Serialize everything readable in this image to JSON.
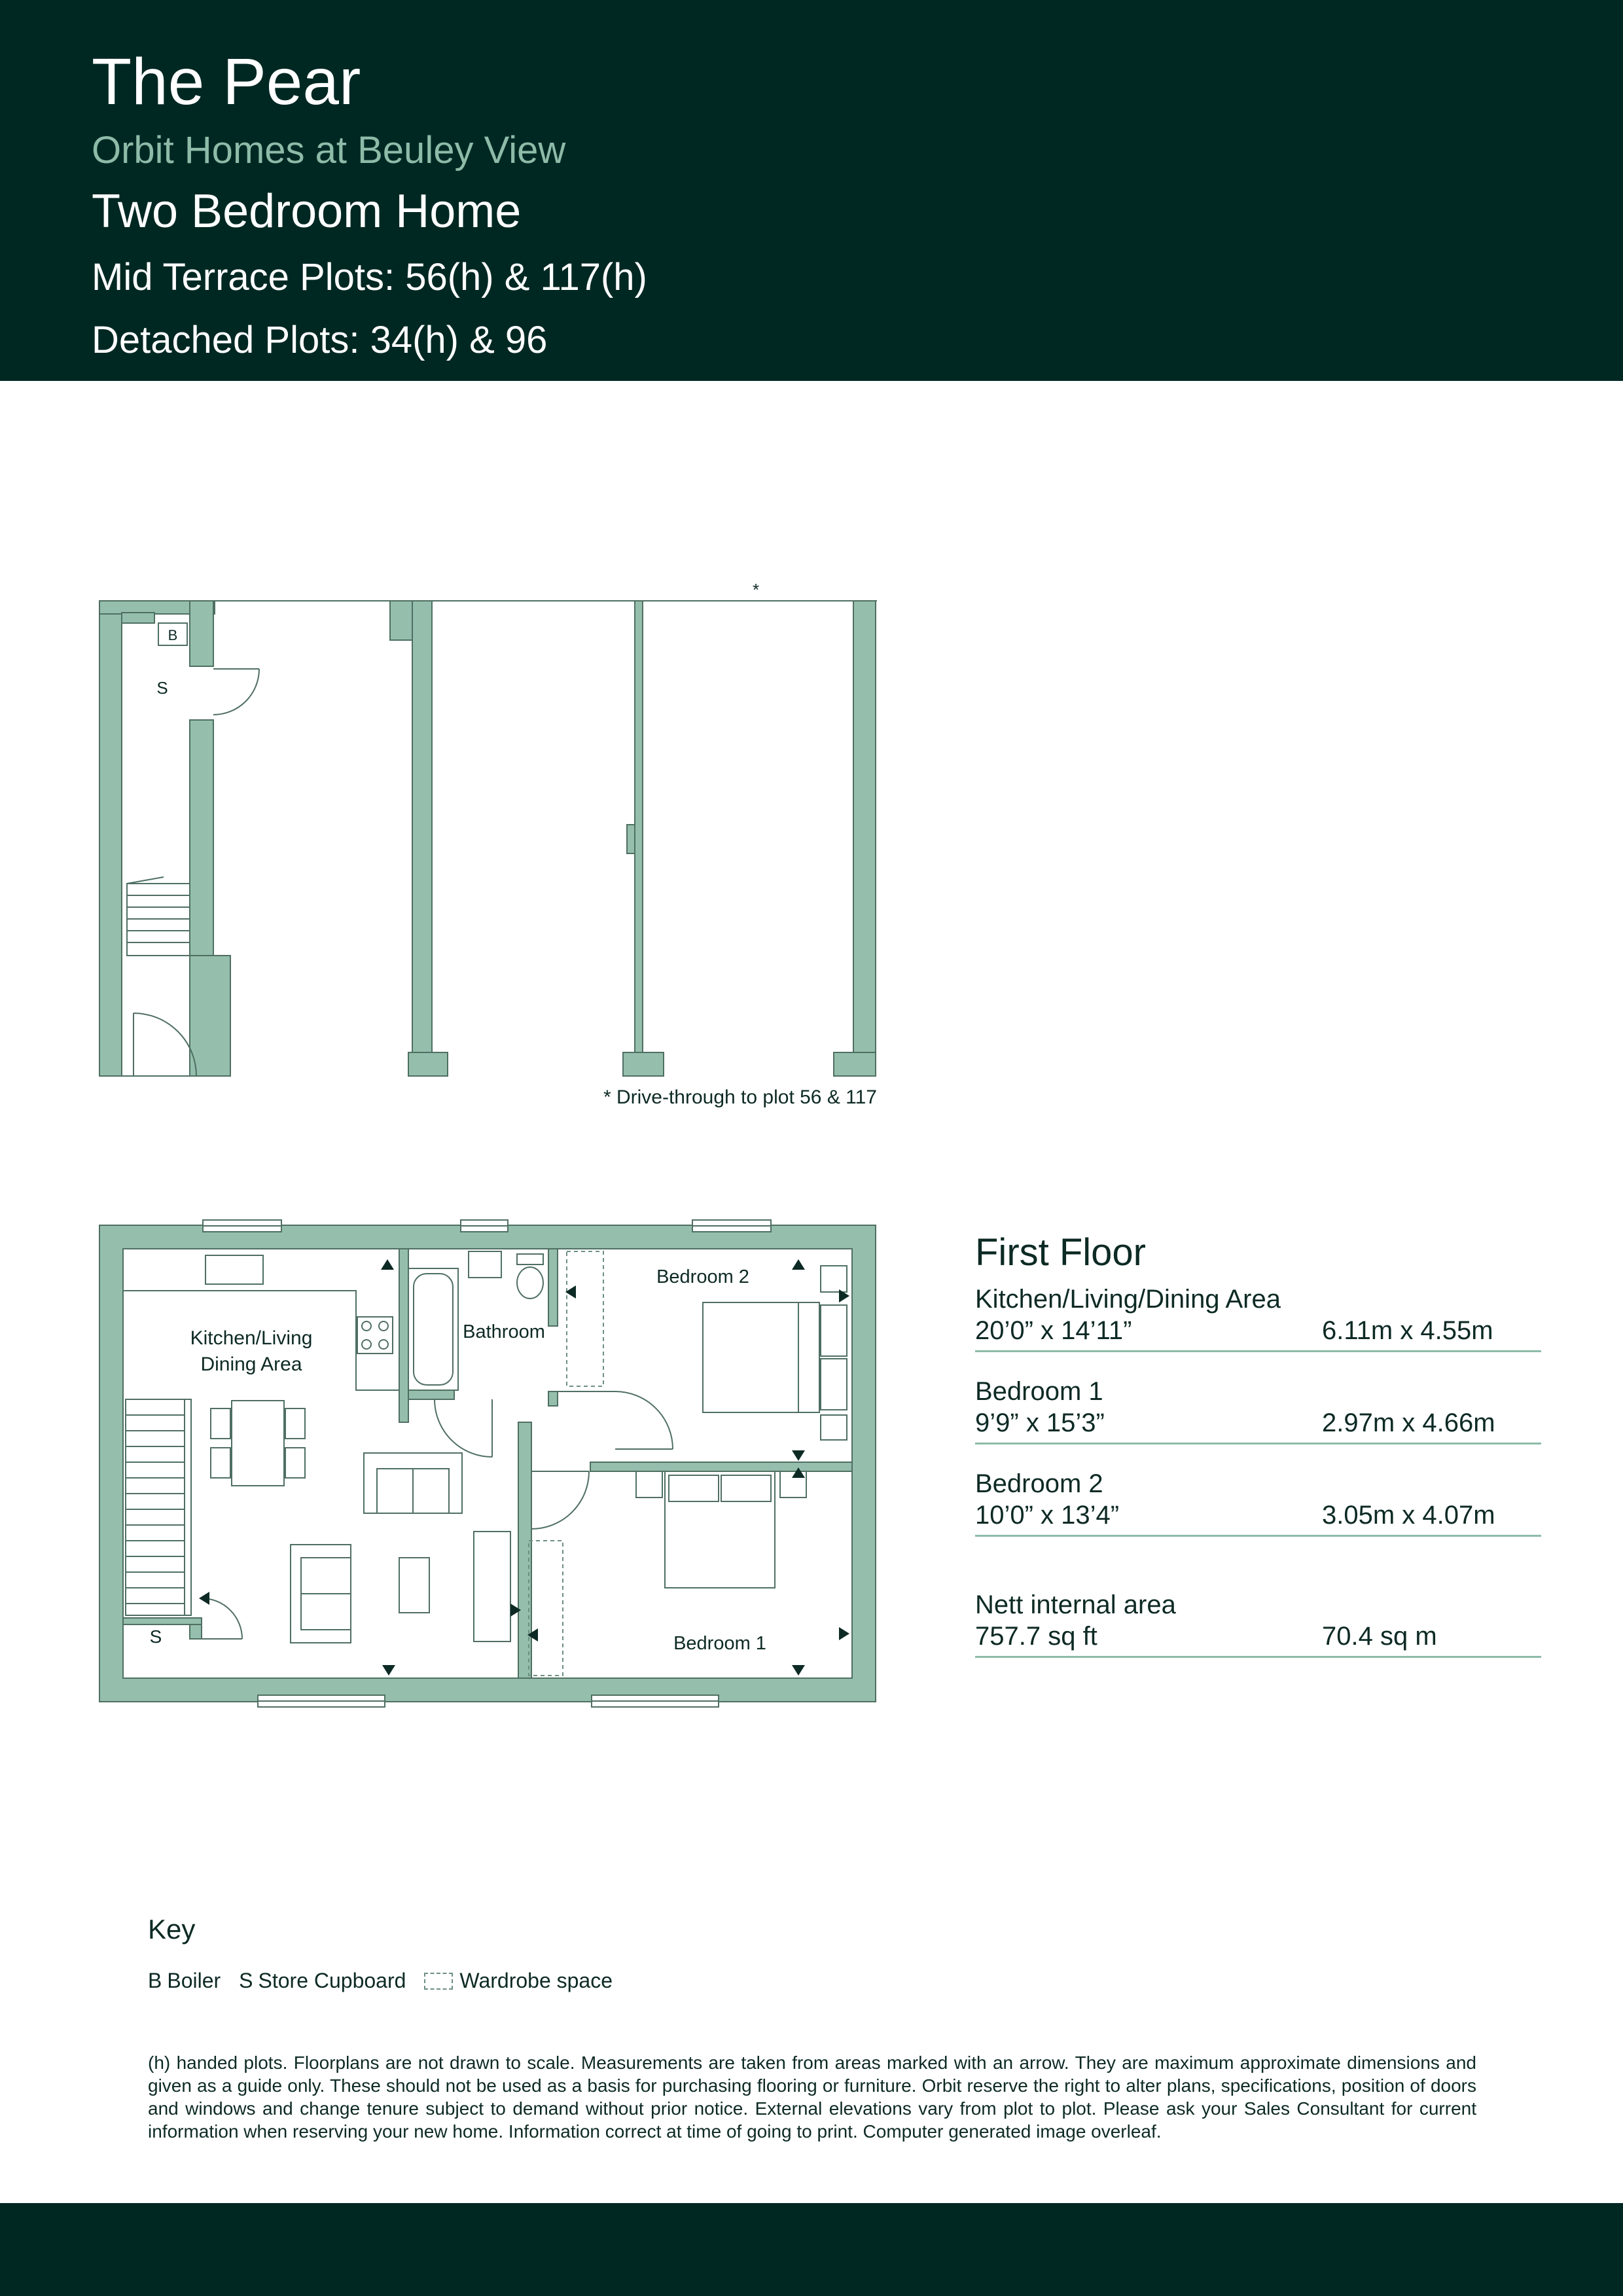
{
  "header": {
    "title": "The Pear",
    "subtitle": "Orbit Homes at Beuley View",
    "home_type": "Two Bedroom Home",
    "mid_terrace": "Mid Terrace Plots: 56(h) & 117(h)",
    "detached": "Detached Plots: 34(h) & 96"
  },
  "ground_plan": {
    "boiler_label": "B",
    "store_label": "S",
    "asterisk": "*",
    "note": "* Drive-through to plot 56 & 117"
  },
  "first_plan": {
    "kitchen_label_1": "Kitchen/Living",
    "kitchen_label_2": "Dining Area",
    "bathroom_label": "Bathroom",
    "bedroom1_label": "Bedroom 1",
    "bedroom2_label": "Bedroom 2",
    "store_label": "S"
  },
  "specs": {
    "title": "First Floor",
    "rooms": [
      {
        "name": "Kitchen/Living/Dining Area",
        "imperial": "20’0” x 14’11”",
        "metric": "6.11m x 4.55m"
      },
      {
        "name": "Bedroom 1",
        "imperial": "9’9” x 15’3”",
        "metric": "2.97m x 4.66m"
      },
      {
        "name": "Bedroom 2",
        "imperial": "10’0” x 13’4”",
        "metric": "3.05m x 4.07m"
      }
    ],
    "nett": {
      "name": "Nett internal area",
      "imperial": "757.7 sq ft",
      "metric": "70.4 sq m"
    }
  },
  "key": {
    "title": "Key",
    "boiler_letter": "B",
    "boiler": "Boiler",
    "store_letter": "S",
    "store": "Store Cupboard",
    "wardrobe": "Wardrobe space"
  },
  "disclaimer": "(h) handed plots. Floorplans are not drawn to scale. Measurements are taken from areas marked with an arrow. They are maximum approximate dimensions and given as a guide only. These should not be used as a basis for purchasing flooring or furniture. Orbit reserve the right to alter plans, specifications, position of doors and windows and change tenure subject to demand without prior notice. External elevations vary from plot to plot. Please ask your Sales Consultant for current information when reserving your new home. Information correct at time of going to print. Computer generated image overleaf.",
  "colors": {
    "header_bg": "#002823",
    "accent": "#8dbba8",
    "wall": "#95bfac"
  }
}
